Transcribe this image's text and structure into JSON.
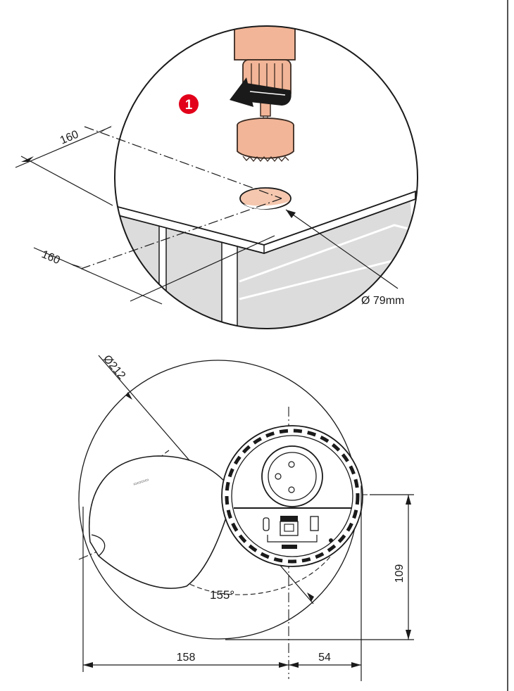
{
  "step": {
    "number": "1",
    "color": "#e2001a"
  },
  "drilling": {
    "dim_top": "160",
    "dim_side": "160",
    "hole_label": "Ø 79mm"
  },
  "plan": {
    "diameter_label": "Ø212",
    "angle_label": "155°",
    "dim_height": "109",
    "dim_left": "158",
    "dim_right": "54"
  },
  "colors": {
    "drill_fill": "#f2b597",
    "drill_line": "#3a2a22",
    "hole_fill": "#f4c7ae",
    "floor_fill": "#dcdcdc",
    "line": "#1a1a1a"
  },
  "icons": [
    "drill-icon",
    "rotation-arrow-icon",
    "usb-c-port-icon",
    "usb-a-port-icon",
    "rj45-port-icon",
    "power-socket-icon"
  ]
}
